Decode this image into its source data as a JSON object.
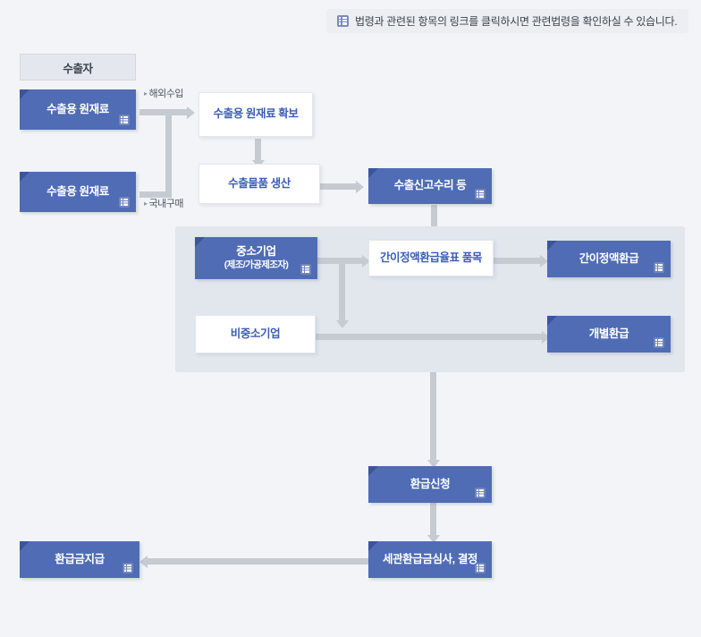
{
  "notice": {
    "icon": "list-table-icon",
    "text": "법령과 관련된 항목의 링크를 클릭하시면 관련법령을 확인하실 수 있습니다."
  },
  "colors": {
    "background": "#f2f4f7",
    "blue_node": "#4f6cb5",
    "blue_node_corner": "#3c559a",
    "white_node_text": "#3b5cb8",
    "panel": "#e2e6ed",
    "connector": "#c6cad1",
    "chip": "#e4e7ed"
  },
  "groups": {
    "exporter_header": "수출자",
    "refund_panel": ""
  },
  "nodes": {
    "raw_material_import": "수출용 원재료",
    "raw_material_domestic": "수출용 원재료",
    "secure_raw_material": "수출용 원재료 확보",
    "produce_export_goods": "수출물품 생산",
    "export_declaration": "수출신고수리 등",
    "sme_title": "중소기업",
    "sme_sub": "(제조/가공제조자)",
    "non_sme": "비중소기업",
    "simplified_rate_table": "간이정액환급율표 품목",
    "simplified_refund": "간이정액환급",
    "individual_refund": "개별환급",
    "refund_application": "환급신청",
    "customs_review": "세관환급금심사, 결정",
    "refund_payment": "환급금지급"
  },
  "edge_labels": {
    "overseas_import": "해외수입",
    "domestic_purchase": "국내구매",
    "bullet": "▸"
  }
}
